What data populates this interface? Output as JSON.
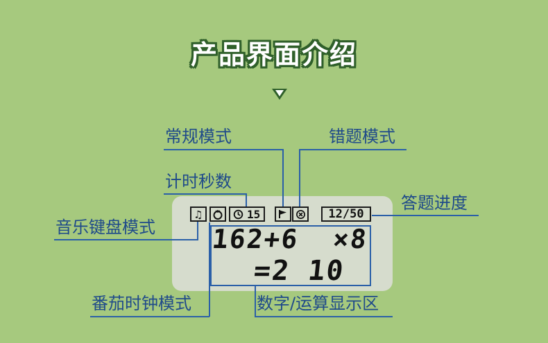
{
  "title": "产品界面介绍",
  "labels": {
    "normal_mode": "常规模式",
    "wrong_mode": "错题模式",
    "timer_seconds": "计时秒数",
    "answer_progress": "答题进度",
    "music_keyboard_mode": "音乐键盘模式",
    "pomodoro_mode": "番茄时钟模式",
    "display_area": "数字/运算显示区"
  },
  "lcd": {
    "music_icon": "music-note-icon",
    "tomato_icon": "tomato-icon",
    "clock_icon": "clock-icon",
    "timer_value": "15",
    "flag_icon": "flag-icon",
    "cross_icon": "circle-cross-icon",
    "progress": "12/50",
    "line1": "162+6  ×8",
    "line2": "=2 10"
  },
  "colors": {
    "background": "#a6c97e",
    "label_text": "#1f4a8a",
    "leader_line": "#2a5fa8",
    "panel": "#d6dccd",
    "title_outline": "#2f5f2a"
  }
}
